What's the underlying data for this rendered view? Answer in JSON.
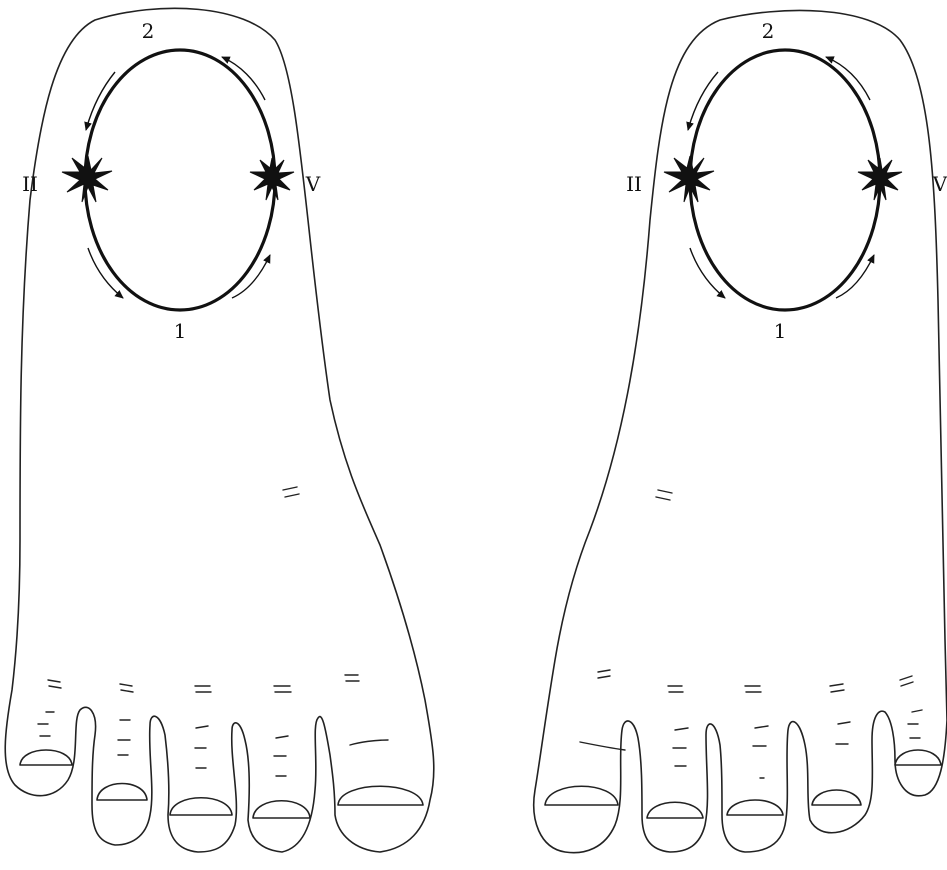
{
  "left_foot": {
    "labels": {
      "top": "2",
      "bottom": "1",
      "left": "II",
      "right": "V"
    }
  },
  "right_foot": {
    "labels": {
      "top": "2",
      "bottom": "1",
      "left": "II",
      "right": "V"
    }
  },
  "ink_color": "#111111",
  "icons": [
    "star-burst-icon",
    "arrow-icon"
  ]
}
